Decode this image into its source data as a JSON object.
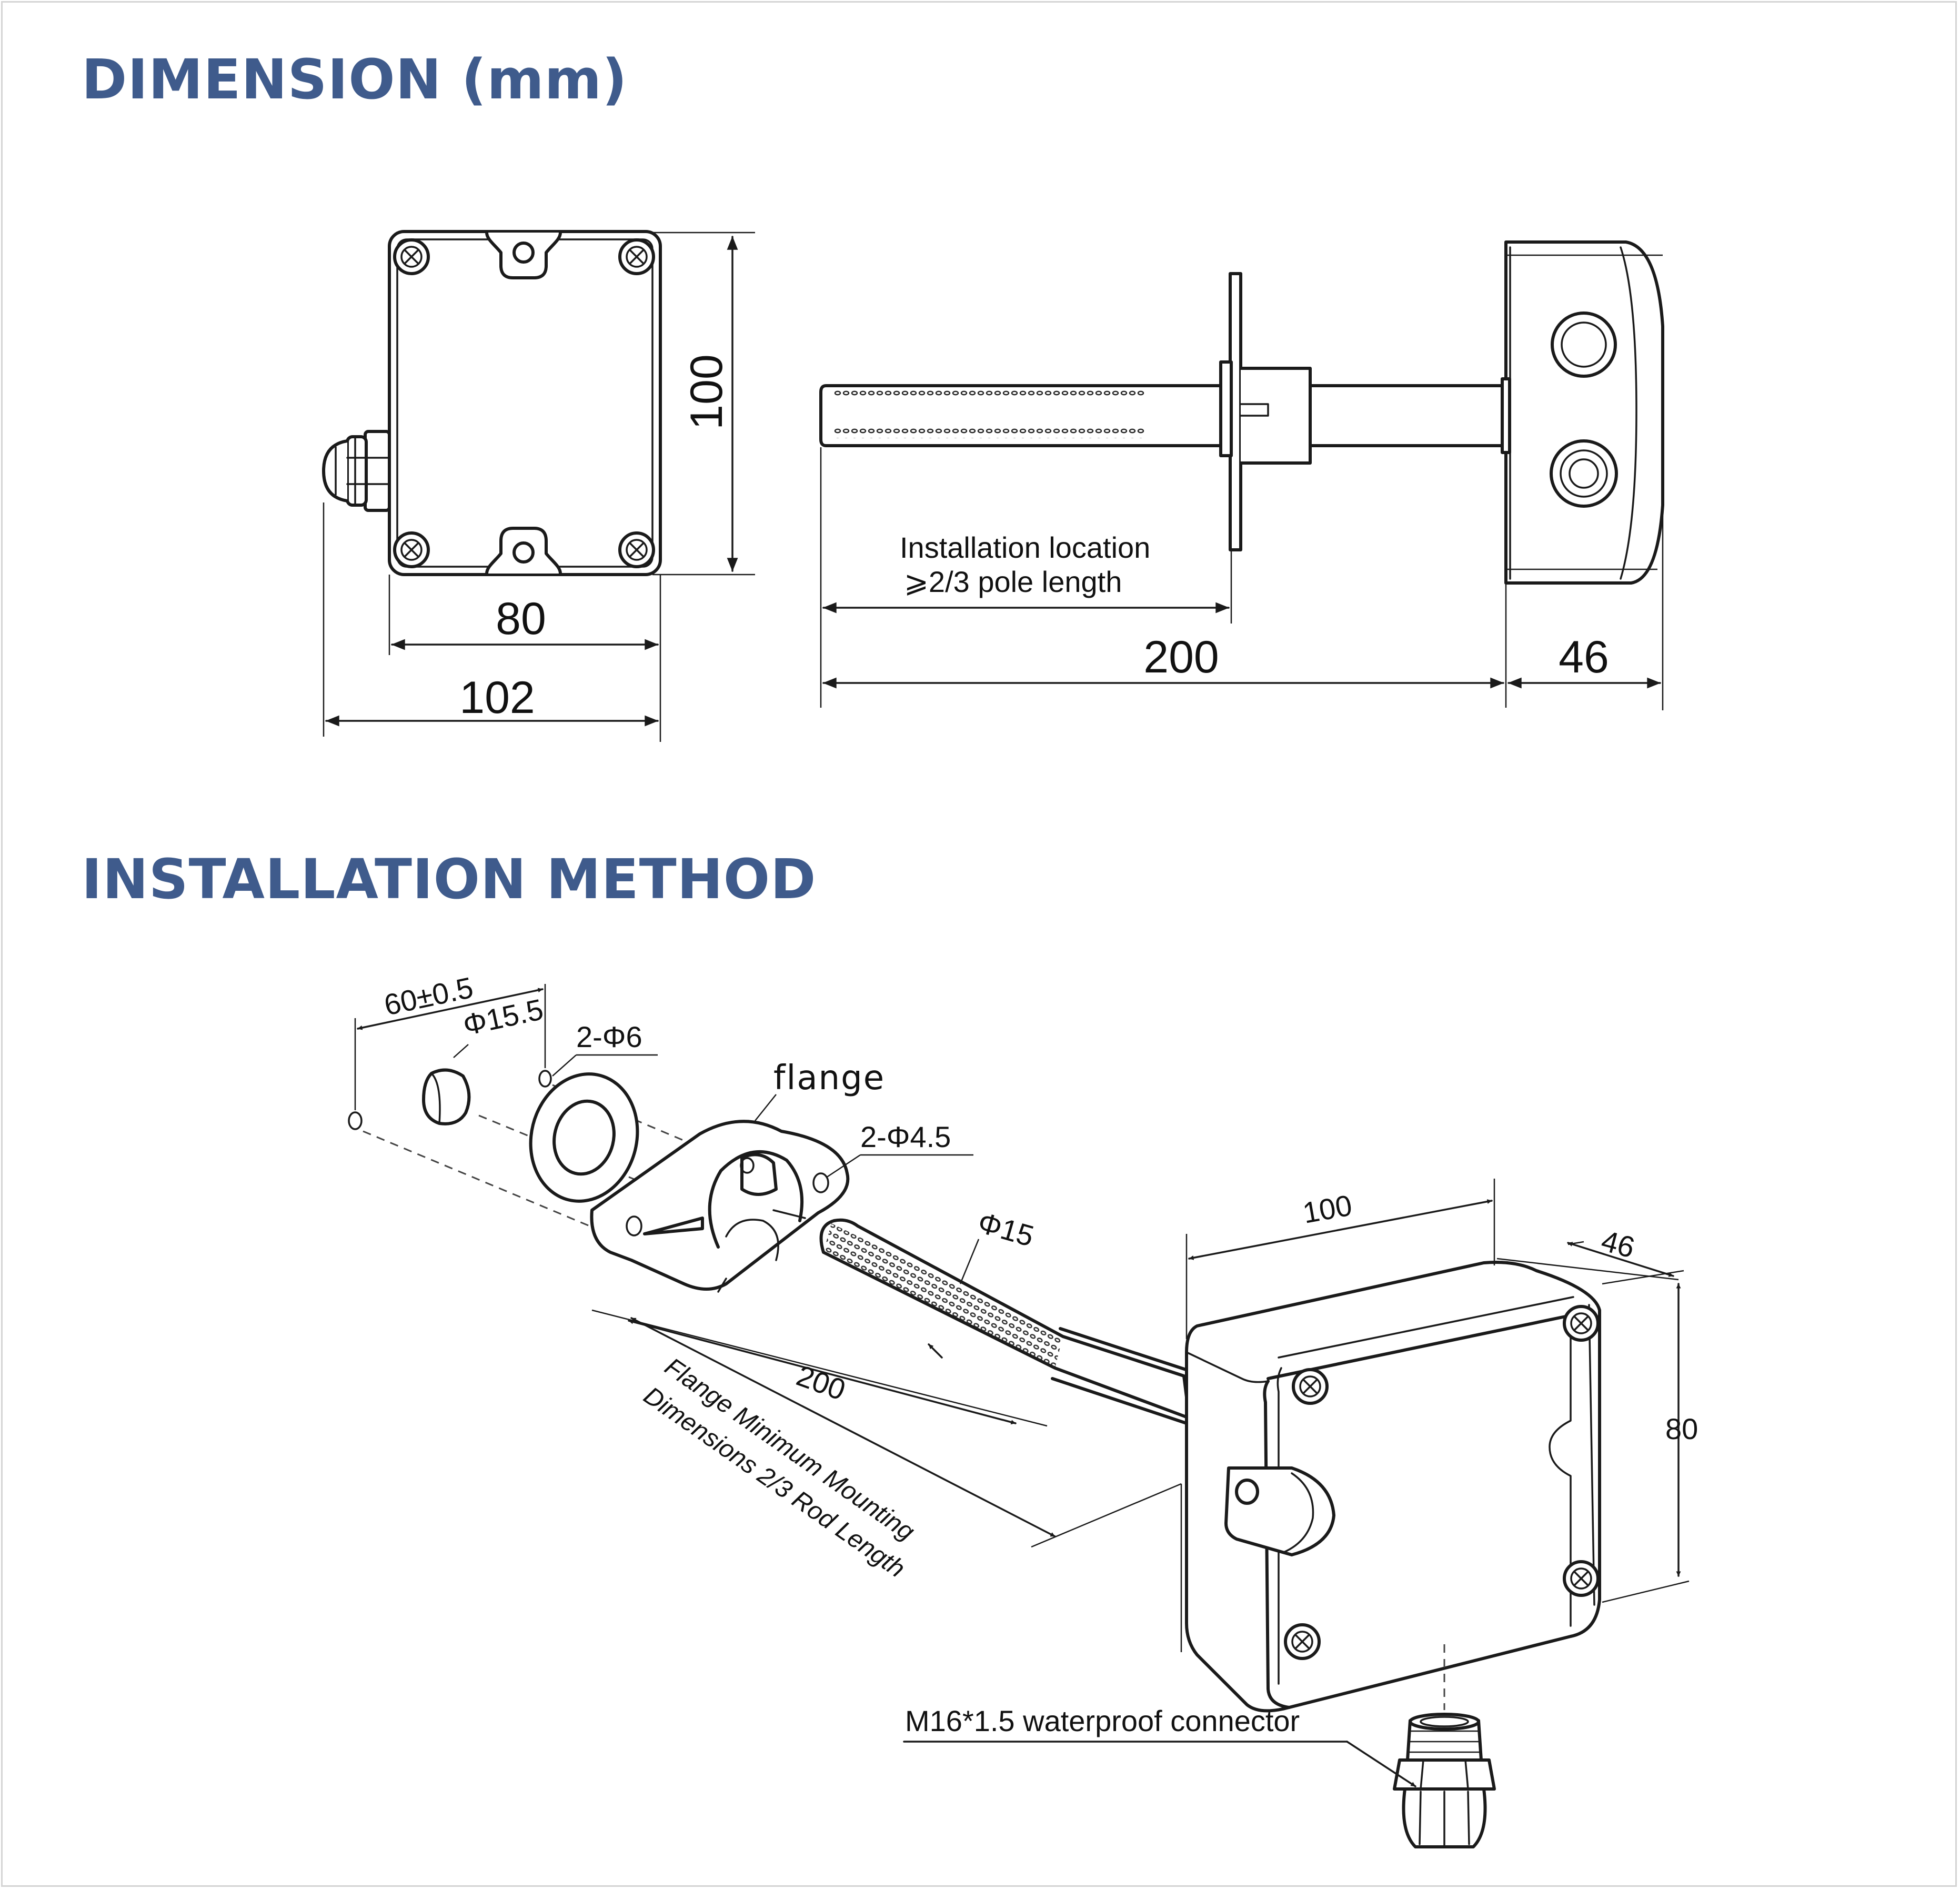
{
  "headings": {
    "dimension": "DIMENSION (mm)",
    "installation": "INSTALLATION METHOD"
  },
  "dimension": {
    "front_height": "100",
    "front_inner_width": "80",
    "front_overall_width": "102",
    "side_note_line1": "Installation location",
    "side_note_line2": "⩾2/3 pole length",
    "probe_length": "200",
    "box_depth": "46"
  },
  "installation": {
    "hole_spacing": "60±0.5",
    "hole_center": "Φ15.5",
    "mount_holes": "2-Φ6",
    "flange_label": "flange",
    "flange_holes": "2-Φ4.5",
    "probe_diameter": "Φ15",
    "box_length": "100",
    "box_depth": "46",
    "box_height": "80",
    "probe_length": "200",
    "flange_note_line1": "Flange Minimum Mounting",
    "flange_note_line2": "Dimensions 2/3 Rod Length",
    "connector_label": "M16*1.5 waterproof connector"
  }
}
